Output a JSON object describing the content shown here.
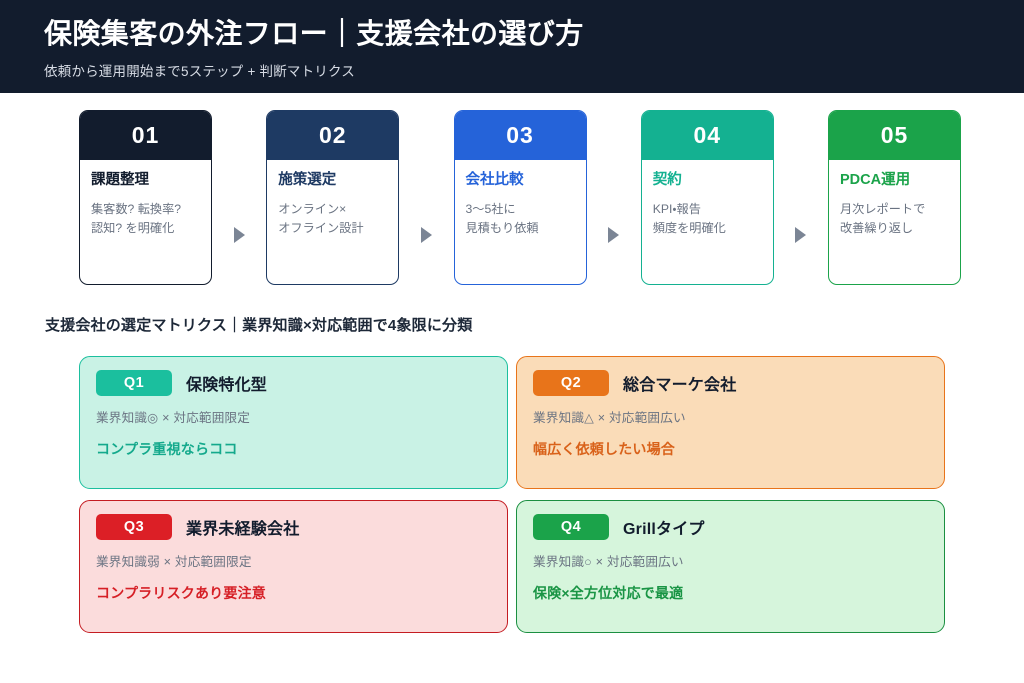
{
  "header": {
    "title": "保険集客の外注フロー｜支援会社の選び方",
    "subtitle": "依頼から運用開始まで5ステップ + 判断マトリクス",
    "bg": "#121c2d"
  },
  "steps": {
    "arrow_icon": "triangle-right-icon",
    "items": [
      {
        "num": "01",
        "title": "課題整理",
        "desc": "集客数? 転換率?\n認知? を明確化",
        "color": "#121c2d",
        "title_color": "#121c2d"
      },
      {
        "num": "02",
        "title": "施策選定",
        "desc": "オンライン×\nオフライン設計",
        "color": "#1e3a63",
        "title_color": "#1e3a63"
      },
      {
        "num": "03",
        "title": "会社比較",
        "desc": "3〜5社に\n見積もり依頼",
        "color": "#2563d9",
        "title_color": "#2563d9"
      },
      {
        "num": "04",
        "title": "契約",
        "desc": "KPI・報告\n頻度を明確化",
        "color": "#14b191",
        "title_color": "#14b191"
      },
      {
        "num": "05",
        "title": "PDCA運用",
        "desc": "月次レポートで\n改善繰り返し",
        "color": "#1ba34a",
        "title_color": "#1ba34a"
      }
    ]
  },
  "matrix": {
    "heading": "支援会社の選定マトリクス｜業界知識×対応範囲で4象限に分類",
    "quadrants": [
      {
        "badge": "Q1",
        "name": "保険特化型",
        "axis": "業界知識◎ × 対応範囲限定",
        "note": "コンプラ重視ならココ",
        "badge_color": "#1bbf9e",
        "bg": "#c9f2e5",
        "border": "#1bbf9e",
        "note_color": "#14a98c"
      },
      {
        "badge": "Q2",
        "name": "総合マーケ会社",
        "axis": "業界知識△ × 対応範囲広い",
        "note": "幅広く依頼したい場合",
        "badge_color": "#e8741a",
        "bg": "#fadcb8",
        "border": "#e8741a",
        "note_color": "#d9621a"
      },
      {
        "badge": "Q3",
        "name": "業界未経験会社",
        "axis": "業界知識弱 × 対応範囲限定",
        "note": "コンプラリスクあり要注意",
        "badge_color": "#dc1f26",
        "bg": "#fbdcdc",
        "border": "#c41c22",
        "note_color": "#d61f26"
      },
      {
        "badge": "Q4",
        "name": "Grillタイプ",
        "axis": "業界知識○ × 対応範囲広い",
        "note": "保険×全方位対応で最適",
        "badge_color": "#1ba34a",
        "bg": "#d6f5dc",
        "border": "#1b8f41",
        "note_color": "#199444"
      }
    ]
  }
}
